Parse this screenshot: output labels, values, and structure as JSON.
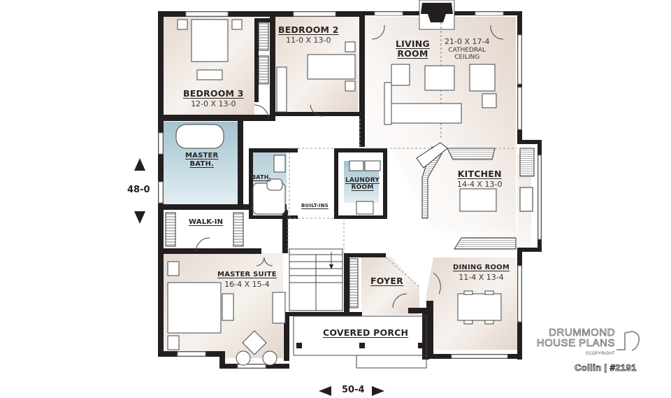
{
  "plan": {
    "title": "Collin",
    "plan_number": "#2191",
    "id_label": "Collin | #2191",
    "overall_width": "50-4",
    "overall_depth": "48-0"
  },
  "brand": {
    "line1": "DRUMMOND",
    "line2": "HOUSE PLANS",
    "copyright": "©COPYRIGHT"
  },
  "colors": {
    "wall": "#231f20",
    "room_fill_warm": "#e9ddd5",
    "room_fill_bath": "#a9c8d4",
    "background": "#ffffff"
  },
  "rooms": [
    {
      "key": "bedroom3",
      "name": "BEDROOM 3",
      "dims": "12-0 X 13-0"
    },
    {
      "key": "bedroom2",
      "name": "BEDROOM 2",
      "dims": "11-0 X 13-0"
    },
    {
      "key": "living",
      "name": "LIVING ROOM",
      "name_line1": "LIVING",
      "name_line2": "ROOM",
      "dims": "21-0 X 17-4",
      "note_line1": "CATHEDRAL",
      "note_line2": "CEILING"
    },
    {
      "key": "master_bath",
      "name": "MASTER BATH.",
      "name_line1": "MASTER",
      "name_line2": "BATH."
    },
    {
      "key": "bath",
      "name": "BATH."
    },
    {
      "key": "laundry",
      "name": "LAUNDRY ROOM",
      "name_line1": "LAUNDRY",
      "name_line2": "ROOM"
    },
    {
      "key": "kitchen",
      "name": "KITCHEN",
      "dims": "14-4 X 13-0"
    },
    {
      "key": "walkin",
      "name": "WALK-IN"
    },
    {
      "key": "builtins",
      "name": "BUILT-INS"
    },
    {
      "key": "master_suite",
      "name": "MASTER SUITE",
      "dims": "16-4 X 15-4"
    },
    {
      "key": "foyer",
      "name": "FOYER"
    },
    {
      "key": "dining",
      "name": "DINING ROOM",
      "dims": "11-4 X 13-4"
    },
    {
      "key": "porch",
      "name": "COVERED PORCH"
    }
  ]
}
